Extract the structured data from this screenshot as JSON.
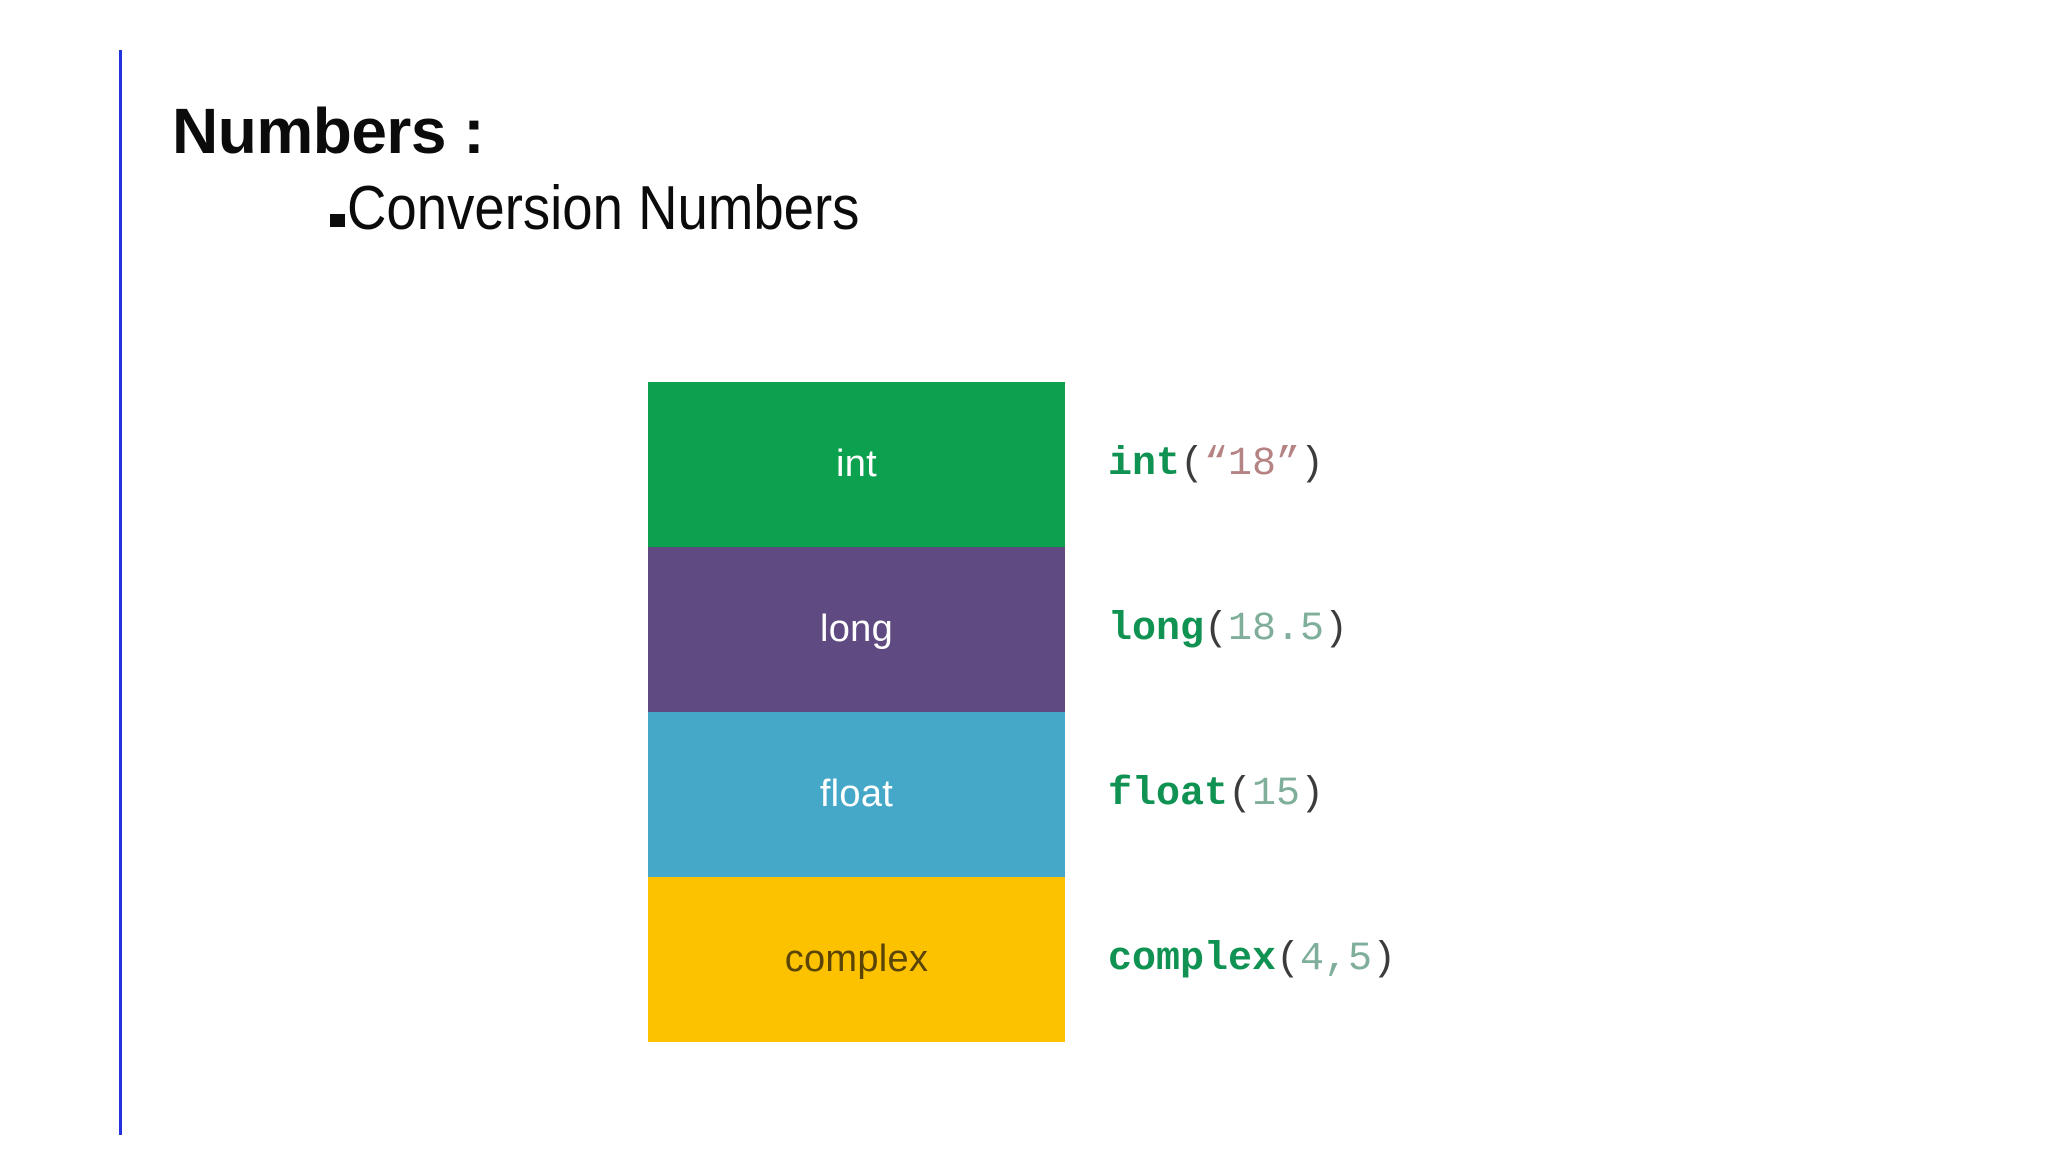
{
  "slide": {
    "background_color": "#ffffff",
    "accent_rule_color": "#2233dd",
    "title": "Numbers :",
    "subtitle": "Conversion Numbers",
    "subtitle_bullet": "square-bullet"
  },
  "figure": {
    "name": "python-number-types-diagram",
    "blocks": [
      {
        "label": "int",
        "bg_color": "#0ba14e",
        "text_color": "#ffffff"
      },
      {
        "label": "long",
        "bg_color": "#5f4b82",
        "text_color": "#ffffff"
      },
      {
        "label": "float",
        "bg_color": "#46a8c8",
        "text_color": "#ffffff"
      },
      {
        "label": "complex",
        "bg_color": "#fcc200",
        "text_color": "#5a4406"
      }
    ],
    "code_examples": [
      {
        "fn": "int",
        "open": "(",
        "arg": "“18”",
        "arg_kind": "string",
        "close": ")"
      },
      {
        "fn": "long",
        "open": "(",
        "arg": "18.5",
        "arg_kind": "number",
        "close": ")"
      },
      {
        "fn": "float",
        "open": "(",
        "arg": "15",
        "arg_kind": "number",
        "close": ")"
      },
      {
        "fn": "complex",
        "open": "(",
        "arg": "4,5",
        "arg_kind": "number",
        "close": ")"
      }
    ],
    "code_colors": {
      "function": "#0f9252",
      "punctuation": "#3c3c3c",
      "number": "#7fae9a",
      "string": "#b58383"
    }
  }
}
